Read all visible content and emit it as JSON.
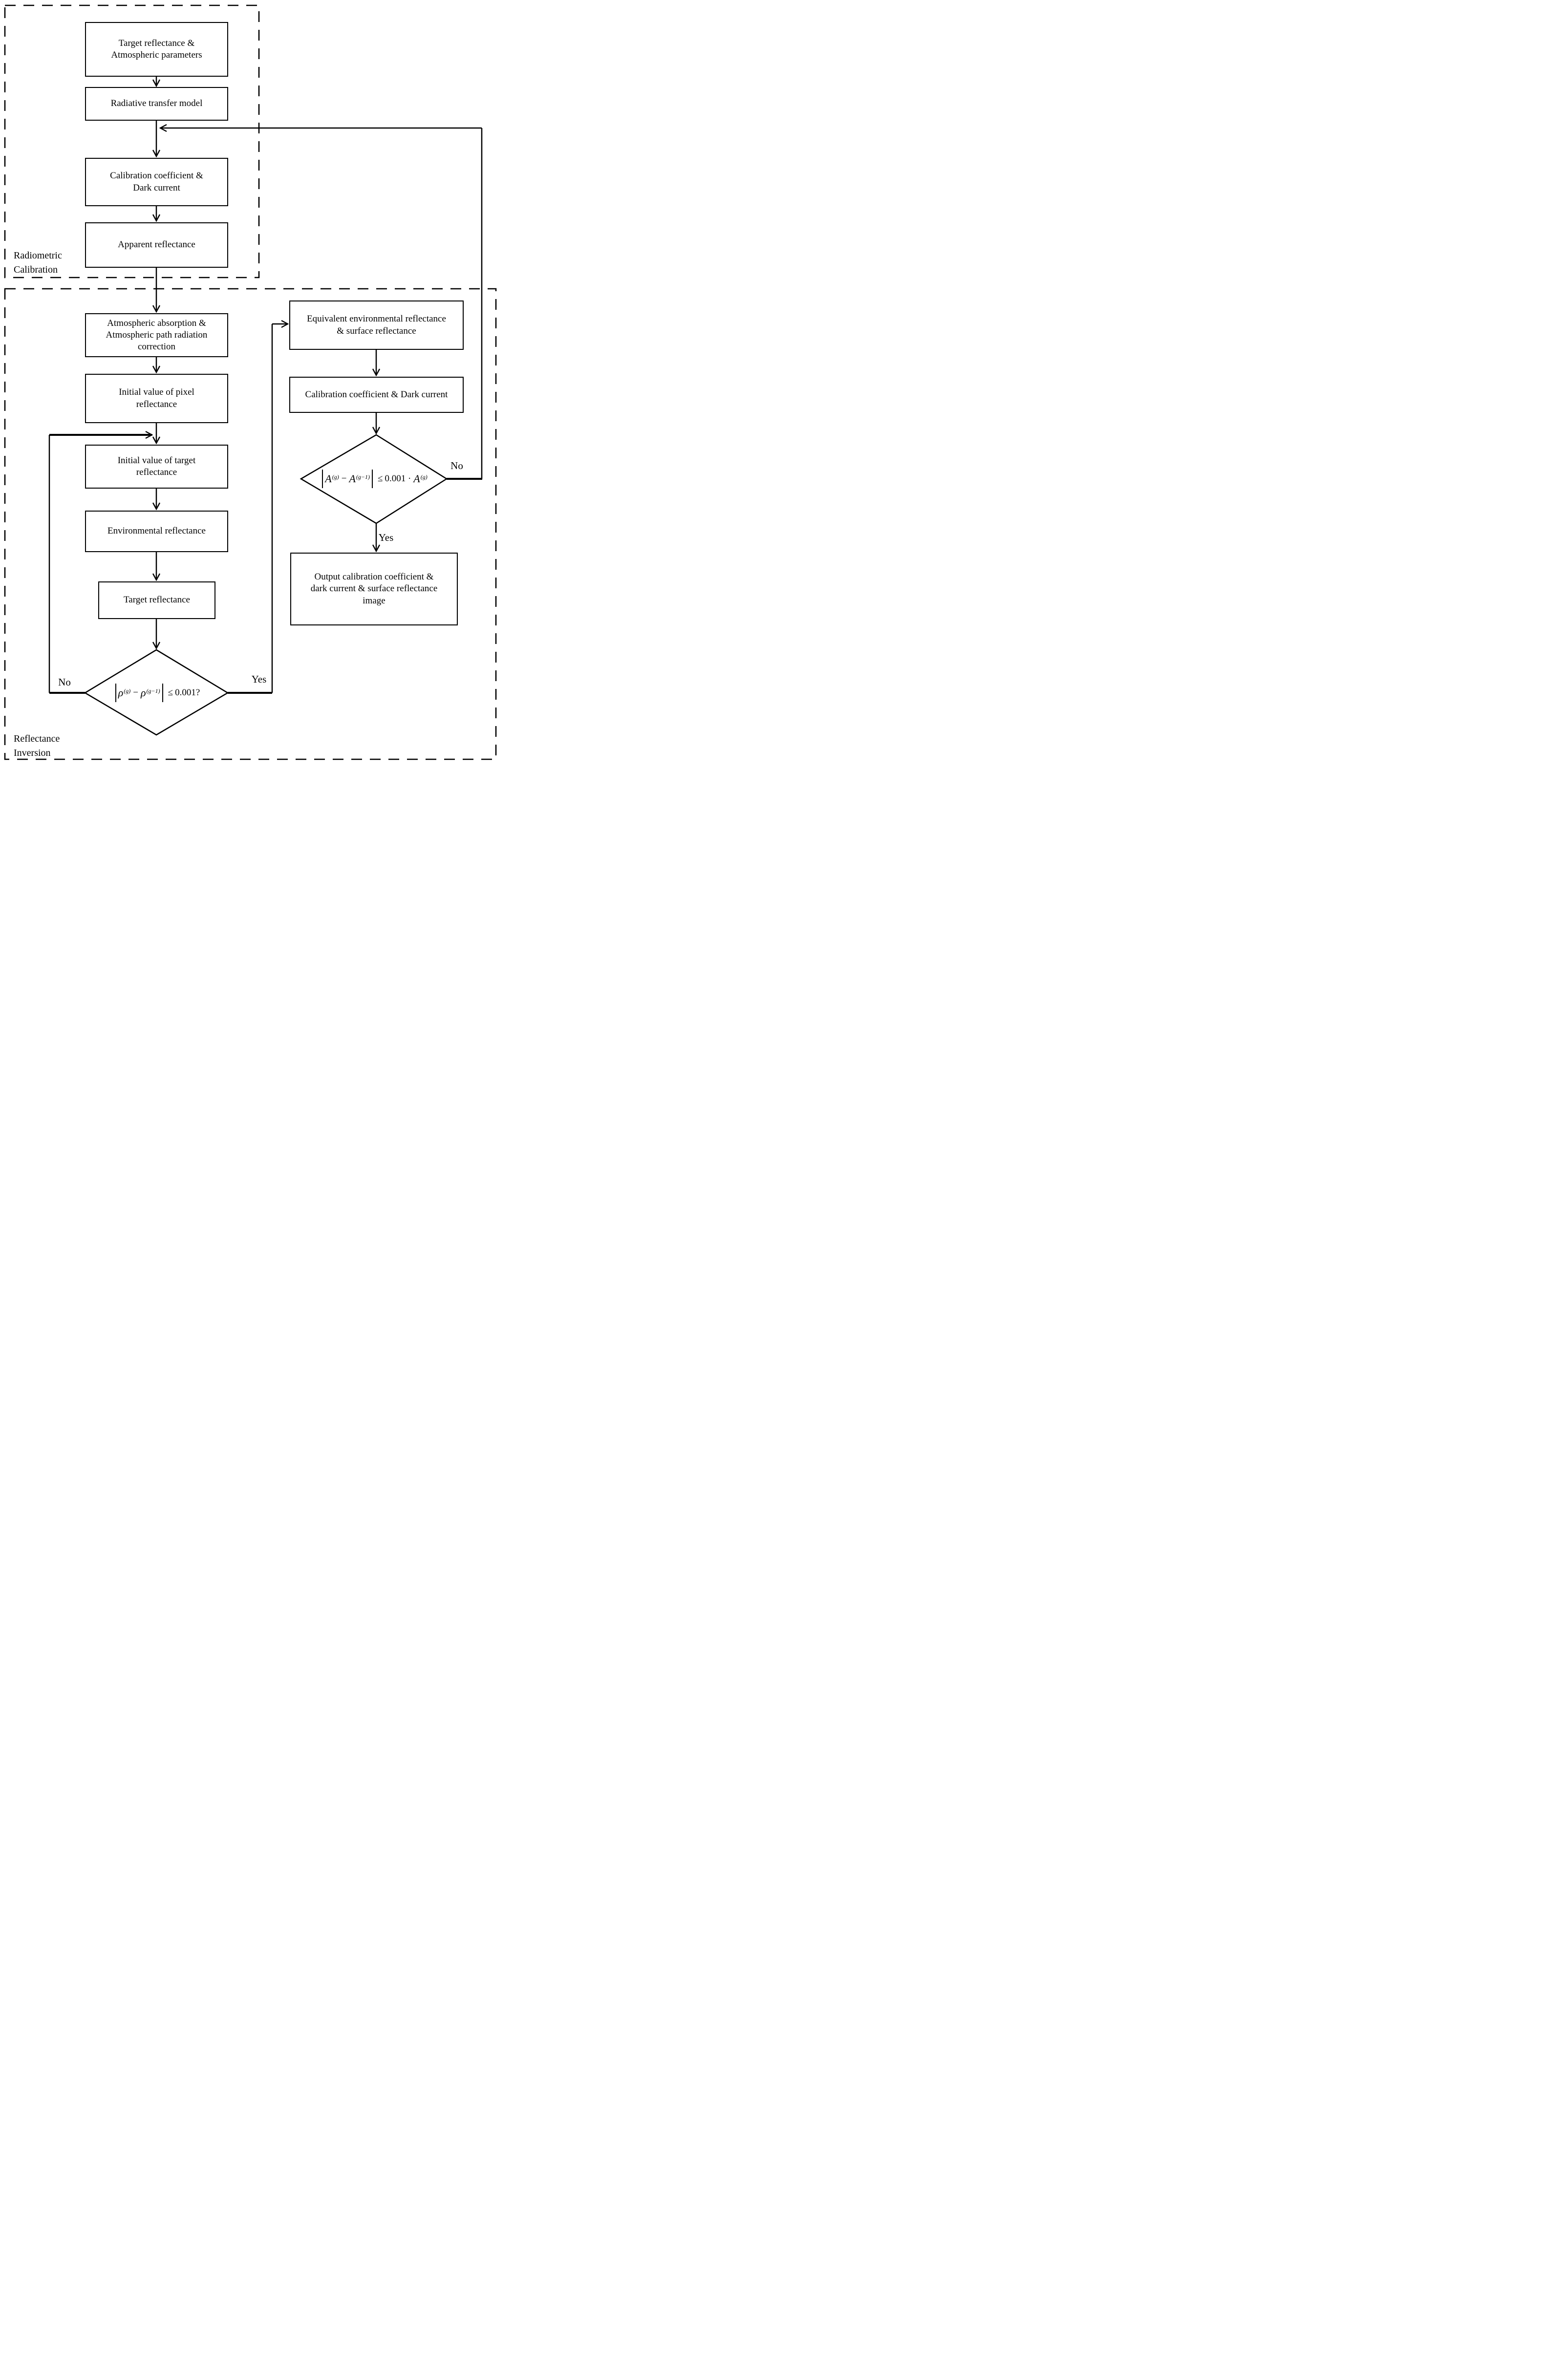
{
  "sections": {
    "radiometric": {
      "line1": "Radiometric",
      "line2": "Calibration"
    },
    "inversion": {
      "line1": "Reflectance",
      "line2": "Inversion"
    }
  },
  "boxes": {
    "target_atmo": "Target reflectance & Atmospheric parameters",
    "radiative": "Radiative transfer model",
    "calib_dark": "Calibration coefficient & Dark current",
    "apparent": "Apparent reflectance",
    "atmo_correction": "Atmospheric absorption & Atmospheric path radiation correction",
    "init_pixel": "Initial value of pixel reflectance",
    "init_target": "Initial value of target reflectance",
    "environmental": "Environmental reflectance",
    "target_refl": "Target reflectance",
    "equiv_env": "Equivalent environmental reflectance & surface reflectance",
    "calib_dark2": "Calibration coefficient & Dark current",
    "output": "Output calibration coefficient & dark current & surface reflectance image"
  },
  "decisions": {
    "rho": {
      "var1": "ρ",
      "sup1": "(g)",
      "minus": "−",
      "var2": "ρ",
      "sup2": "(g−1)",
      "cmp": "≤",
      "rhs": "0.001?"
    },
    "A": {
      "var1": "A",
      "sup1": "(g)",
      "minus": "−",
      "var2": "A",
      "sup2": "(g−1)",
      "cmp": "≤",
      "rhs": "0.001 ·",
      "var3": "A",
      "sup3": "(g)"
    }
  },
  "labels": {
    "no_rho": "No",
    "yes_rho": "Yes",
    "no_A": "No",
    "yes_A": "Yes"
  }
}
